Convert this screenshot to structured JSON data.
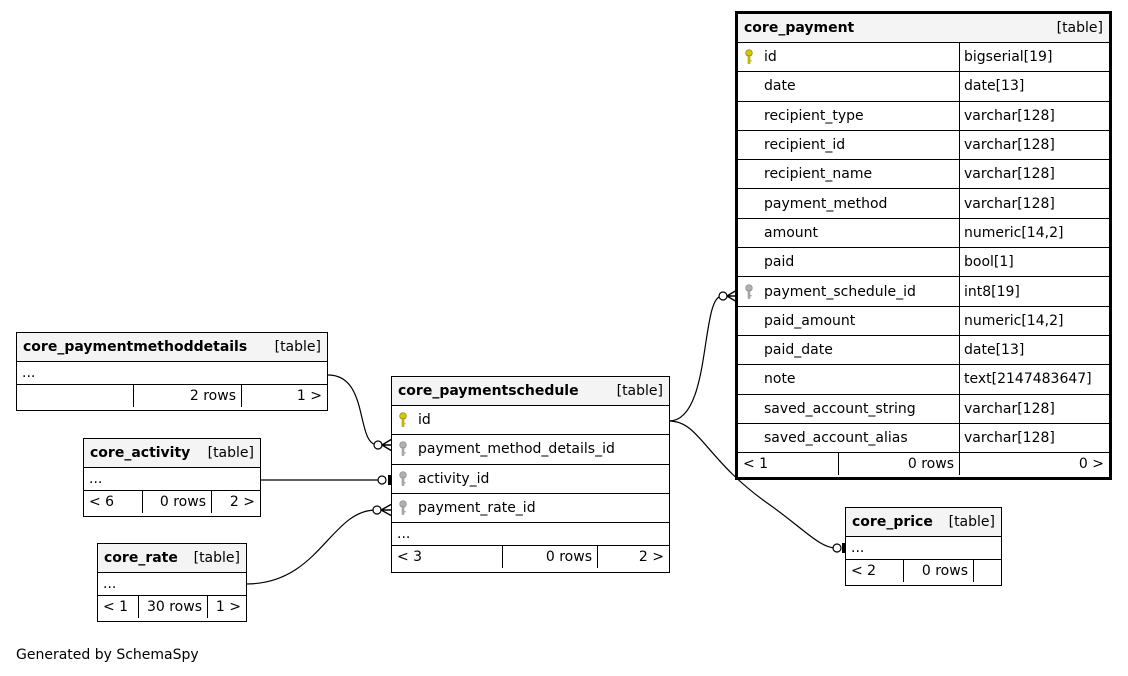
{
  "credit": "Generated by SchemaSpy",
  "colors": {
    "primary_key": "#d4c800",
    "foreign_key": "#b0b0b0",
    "header_bg": "#f4f4f4",
    "line": "#000000"
  },
  "icons": {
    "primary_key": "key-icon-gold",
    "foreign_key": "key-icon-gray"
  },
  "tables": {
    "core_payment": {
      "name": "core_payment",
      "type": "[table]",
      "columns": [
        {
          "name": "id",
          "type": "bigserial[19]",
          "key": "primary"
        },
        {
          "name": "date",
          "type": "date[13]",
          "key": ""
        },
        {
          "name": "recipient_type",
          "type": "varchar[128]",
          "key": ""
        },
        {
          "name": "recipient_id",
          "type": "varchar[128]",
          "key": ""
        },
        {
          "name": "recipient_name",
          "type": "varchar[128]",
          "key": ""
        },
        {
          "name": "payment_method",
          "type": "varchar[128]",
          "key": ""
        },
        {
          "name": "amount",
          "type": "numeric[14,2]",
          "key": ""
        },
        {
          "name": "paid",
          "type": "bool[1]",
          "key": ""
        },
        {
          "name": "payment_schedule_id",
          "type": "int8[19]",
          "key": "foreign"
        },
        {
          "name": "paid_amount",
          "type": "numeric[14,2]",
          "key": ""
        },
        {
          "name": "paid_date",
          "type": "date[13]",
          "key": ""
        },
        {
          "name": "note",
          "type": "text[2147483647]",
          "key": ""
        },
        {
          "name": "saved_account_string",
          "type": "varchar[128]",
          "key": ""
        },
        {
          "name": "saved_account_alias",
          "type": "varchar[128]",
          "key": ""
        }
      ],
      "footer": [
        "< 1",
        "0 rows",
        "0 >"
      ]
    },
    "core_paymentschedule": {
      "name": "core_paymentschedule",
      "type": "[table]",
      "columns": [
        {
          "name": "id",
          "key": "primary"
        },
        {
          "name": "payment_method_details_id",
          "key": "foreign"
        },
        {
          "name": "activity_id",
          "key": "foreign"
        },
        {
          "name": "payment_rate_id",
          "key": "foreign"
        }
      ],
      "ellipsis": "...",
      "footer": [
        "< 3",
        "0 rows",
        "2 >"
      ]
    },
    "core_paymentmethoddetails": {
      "name": "core_paymentmethoddetails",
      "type": "[table]",
      "ellipsis": "...",
      "footer": [
        "",
        "2 rows",
        "1 >"
      ]
    },
    "core_activity": {
      "name": "core_activity",
      "type": "[table]",
      "ellipsis": "...",
      "footer": [
        "< 6",
        "0 rows",
        "2 >"
      ]
    },
    "core_rate": {
      "name": "core_rate",
      "type": "[table]",
      "ellipsis": "...",
      "footer": [
        "< 1",
        "30 rows",
        "1 >"
      ]
    },
    "core_price": {
      "name": "core_price",
      "type": "[table]",
      "ellipsis": "...",
      "footer": [
        "< 2",
        "0 rows",
        ""
      ]
    }
  }
}
